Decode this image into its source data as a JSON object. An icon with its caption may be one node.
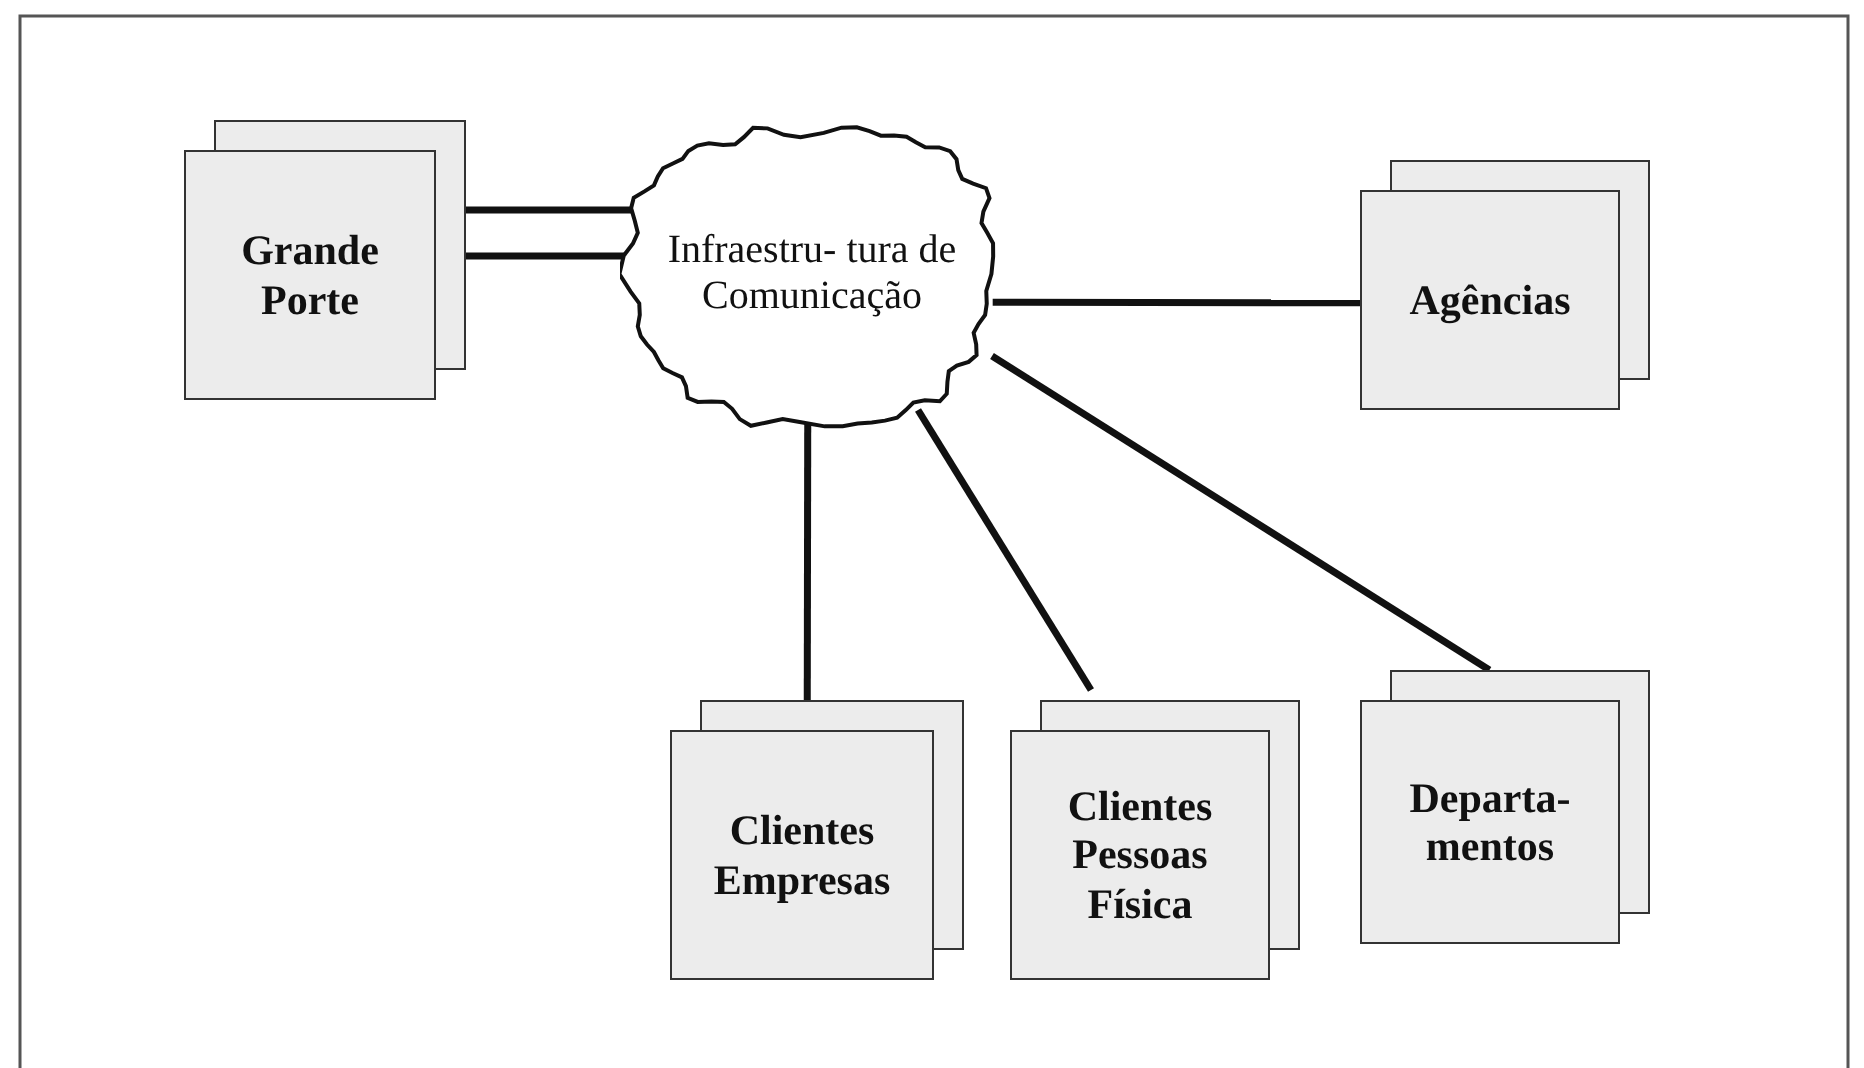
{
  "diagram": {
    "nodes": [
      {
        "text": [
          "Grande Porte"
        ]
      },
      {
        "text": [
          "Infraestru- tura de Comunicação"
        ]
      },
      {
        "text": [
          "Agências"
        ]
      },
      {
        "text": [
          "Clientes Empresas"
        ]
      },
      {
        "text": [
          "Clientes Pessoas Física"
        ]
      },
      {
        "text": [
          "Departa- mentos"
        ]
      }
    ],
    "edges": [
      {
        "from": 0,
        "to": 1,
        "arrow": "none"
      },
      {
        "from": 0,
        "to": 1,
        "arrow": "none"
      },
      {
        "from": 1,
        "to": 2,
        "arrow": "none"
      },
      {
        "from": 1,
        "to": 3,
        "arrow": "none"
      },
      {
        "from": 1,
        "to": 4,
        "arrow": "none"
      },
      {
        "from": 1,
        "to": 5,
        "arrow": "none"
      }
    ]
  }
}
